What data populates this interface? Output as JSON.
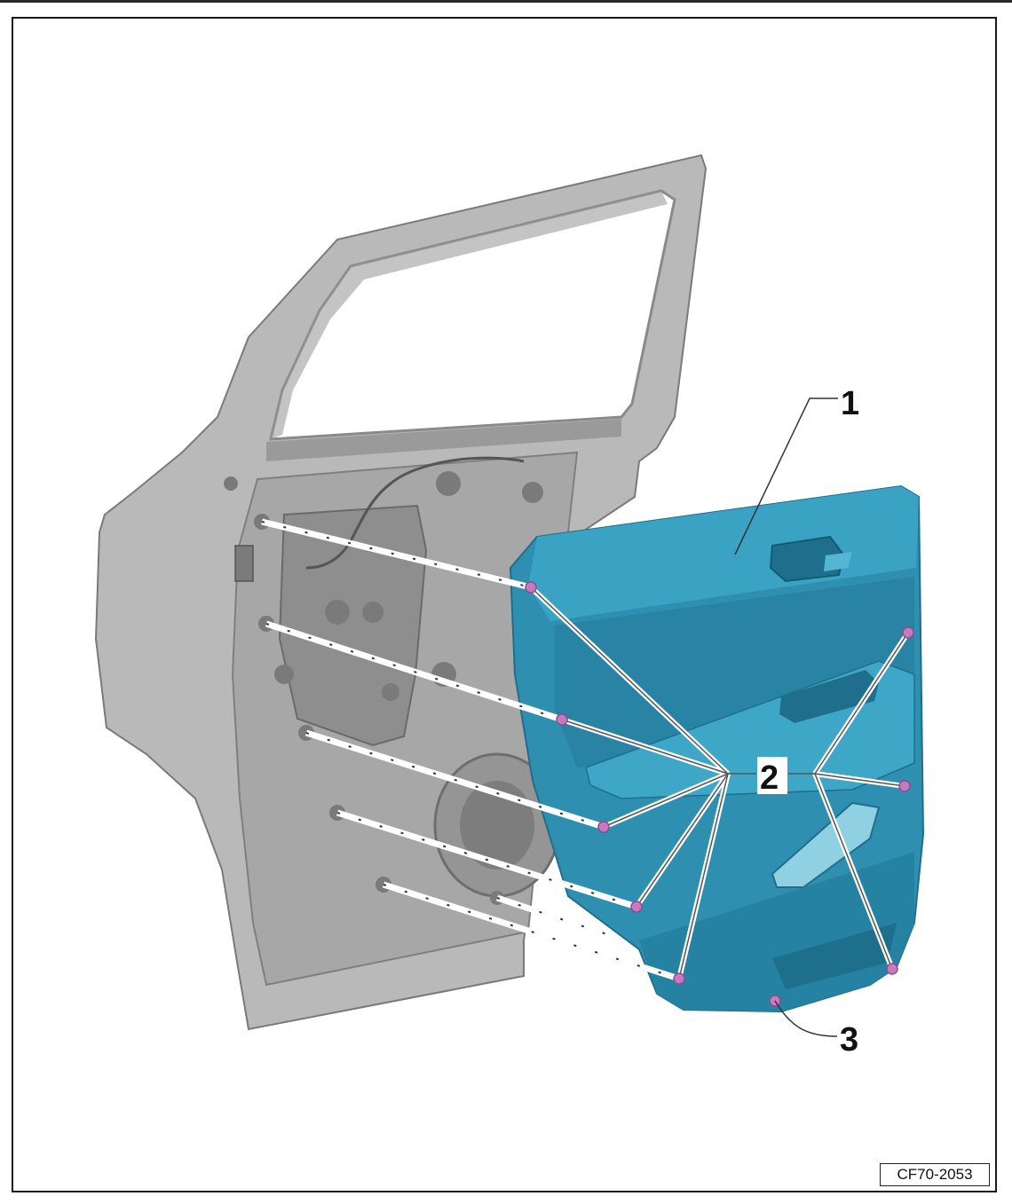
{
  "figure": {
    "id_label": "CF70-2053",
    "colors": {
      "door_shell": "#b3b3b3",
      "door_shell_dark": "#8f8f8f",
      "trim_panel": "#2f8fb0",
      "trim_panel_light": "#55b6d4",
      "trim_panel_dark": "#1f6f8c",
      "clip": "#c77ac0",
      "leader_line": "#1a1a1a"
    }
  },
  "callouts": [
    {
      "number": "1",
      "part": "door-trim-panel"
    },
    {
      "number": "2",
      "part": "trim-clips"
    },
    {
      "number": "3",
      "part": "bottom-clip"
    }
  ]
}
